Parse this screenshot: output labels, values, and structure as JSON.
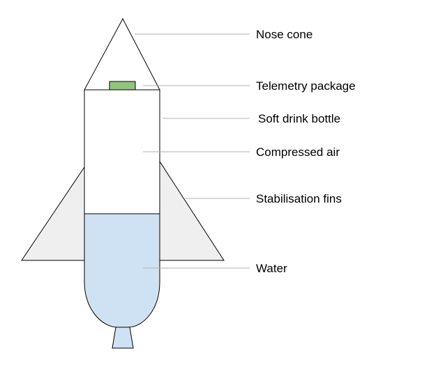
{
  "colors": {
    "background": "#ffffff",
    "outline": "#000000",
    "fins": "#efefef",
    "water": "#cfe2f3",
    "telemetry": "#93c47d",
    "leader_line": "#b0b0b0"
  },
  "labels": {
    "nose_cone": "Nose cone",
    "telemetry_package": "Telemetry package",
    "soft_drink_bottle": "Soft drink bottle",
    "compressed_air": "Compressed air",
    "stabilisation_fins": "Stabilisation fins",
    "water": "Water"
  }
}
